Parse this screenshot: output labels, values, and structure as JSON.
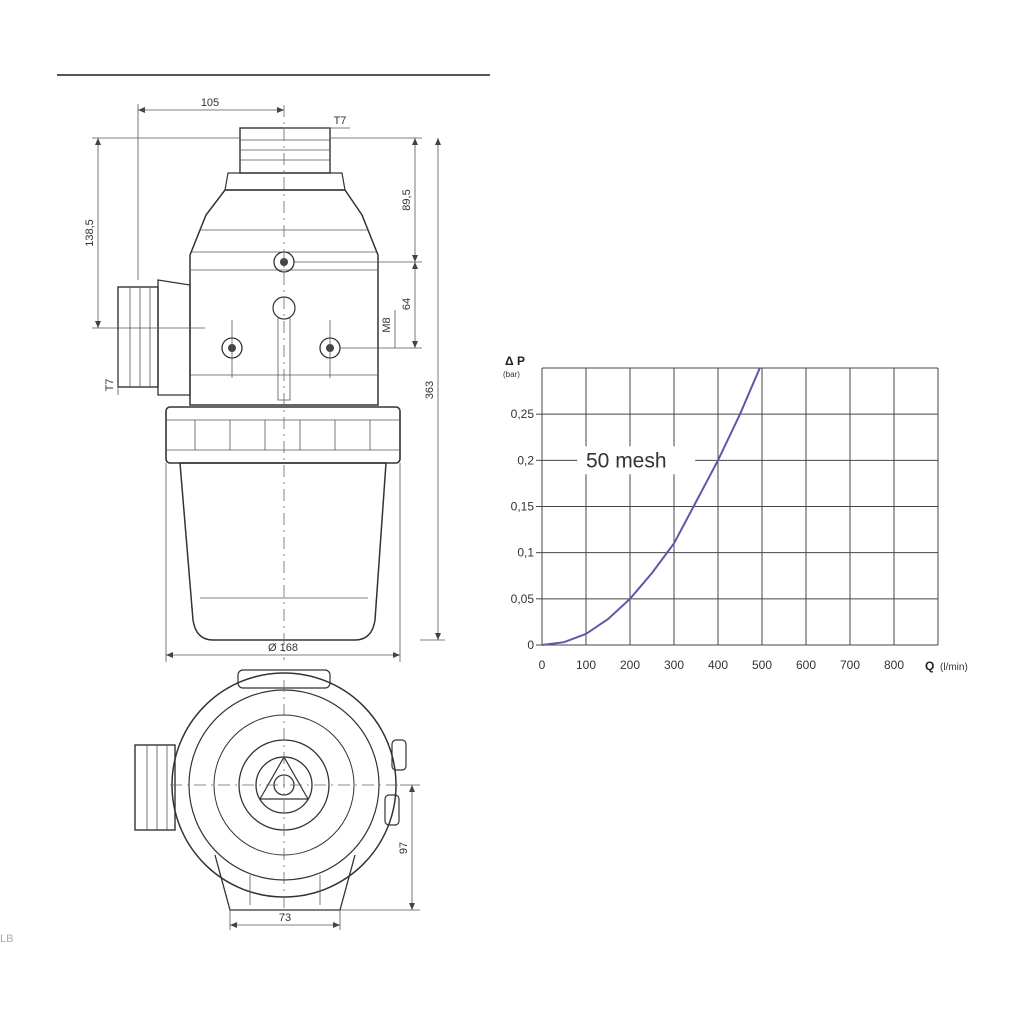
{
  "drawing": {
    "dimensions": {
      "width_top": "105",
      "thread_top": "T7",
      "height_inlet": "138,5",
      "height_upper": "89,5",
      "height_mid": "64",
      "bolt": "M8",
      "height_total": "363",
      "thread_side": "T7",
      "diameter": "Ø 168",
      "bottom_height": "97",
      "bottom_width": "73"
    }
  },
  "chart_data": {
    "type": "line",
    "ylabel_main": "Δ P",
    "ylabel_unit": "(bar)",
    "xlabel_main": "Q",
    "xlabel_unit": "(l/min)",
    "xlim": [
      0,
      900
    ],
    "ylim": [
      0,
      0.3
    ],
    "x_ticks": [
      "0",
      "100",
      "200",
      "300",
      "400",
      "500",
      "600",
      "700",
      "800"
    ],
    "y_ticks": [
      "0",
      "0,05",
      "0,1",
      "0,15",
      "0,2",
      "0,25"
    ],
    "grid": true,
    "series": [
      {
        "name": "50 mesh",
        "color": "#5a5aa8",
        "x": [
          0,
          50,
          100,
          150,
          200,
          250,
          300,
          350,
          400,
          450,
          495
        ],
        "y": [
          0,
          0.003,
          0.012,
          0.028,
          0.05,
          0.078,
          0.11,
          0.155,
          0.2,
          0.25,
          0.3
        ]
      }
    ]
  },
  "footer": {
    "fragment": "LB"
  }
}
